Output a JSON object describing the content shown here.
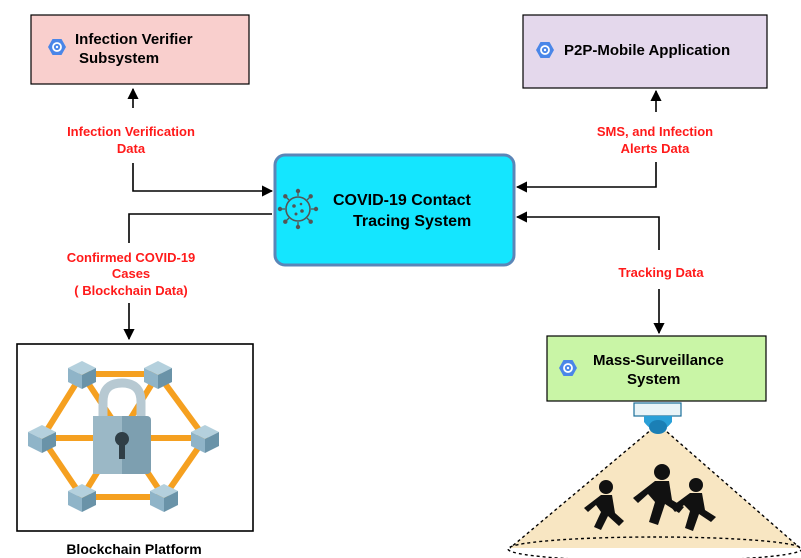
{
  "nodes": {
    "infection_verifier": {
      "line1": "Infection Verifier",
      "line2": "Subsystem",
      "fill": "#f9cfcd"
    },
    "p2p_mobile": {
      "line1": "P2P-Mobile Application",
      "fill": "#e4d8ec"
    },
    "tracing_system": {
      "line1": "COVID-19 Contact",
      "line2": "Tracing System",
      "fill": "#14e6ff",
      "border": "#5a86b8"
    },
    "mass_surveillance": {
      "line1": "Mass-Surveillance",
      "line2": "System",
      "fill": "#c9f5a6"
    },
    "blockchain": {
      "caption": "Blockchain Platform"
    }
  },
  "edges": {
    "infection_verification": {
      "line1": "Infection  Verification",
      "line2": "Data"
    },
    "sms_alerts": {
      "line1": "SMS, and Infection",
      "line2": "Alerts Data"
    },
    "confirmed_cases": {
      "line1": "Confirmed COVID-19",
      "line2": "Cases",
      "line3": "( Blockchain Data)"
    },
    "tracking": {
      "line1": "Tracking  Data"
    }
  },
  "icons": {
    "service_icon": "gear-hexagon-icon",
    "virus_icon": "coronavirus-icon",
    "lock_icon": "padlock-icon",
    "camera_icon": "surveillance-camera-icon",
    "runners_icon": "running-people-icon"
  },
  "colors": {
    "label_red": "#ff1a1a",
    "service_icon_blue": "#4a86e8",
    "blockchain_links": "#f5a020",
    "cube": "#8fb4c8",
    "lock": "#7d9fb0",
    "light_cone": "#f8e6c2"
  }
}
